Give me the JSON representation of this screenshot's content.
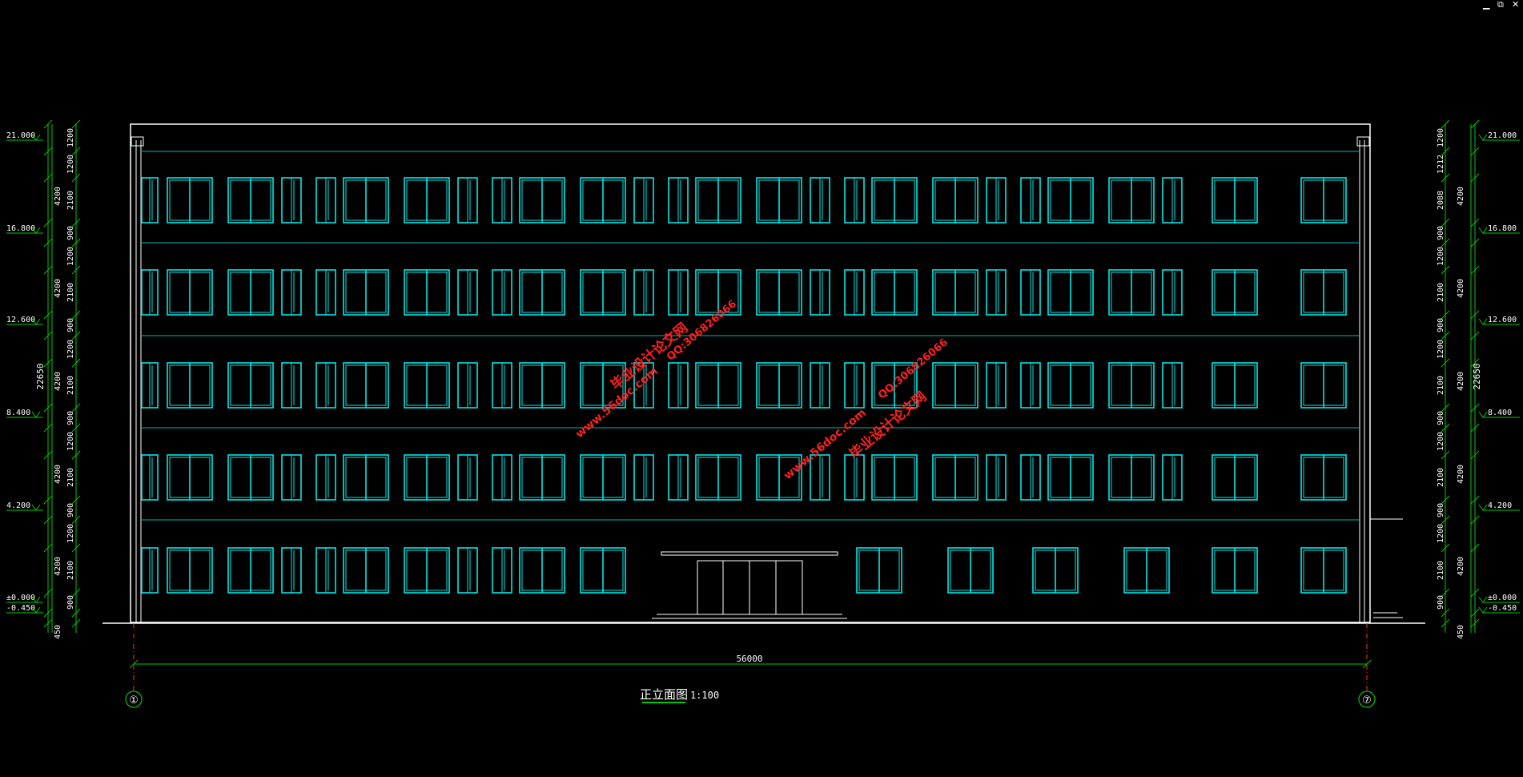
{
  "window_controls": {
    "minimize": "▁",
    "restore": "⧉",
    "close": "✕"
  },
  "drawing": {
    "title": "正立面图",
    "scale": "1:100",
    "total_width_dim": "56000",
    "total_height_dim": "22650",
    "grid_axis_left": "①",
    "grid_axis_right": "⑦",
    "colors": {
      "outline": "#ffffff",
      "window": "#00e8e8",
      "dimension": "#00c800",
      "floor_line": "#00b8b8",
      "axis": "#00c800",
      "watermark": "#ff2020"
    }
  },
  "elevations": [
    "21.000",
    "16.800",
    "12.600",
    "8.400",
    "4.200",
    "±0.000",
    "-0.450"
  ],
  "left_dims_inner": [
    "1200",
    "1200",
    "2100",
    "900",
    "1200",
    "2100",
    "900",
    "1200",
    "2100",
    "900",
    "1200",
    "2100",
    "900",
    "1200",
    "2100",
    "900"
  ],
  "left_dims_outer": [
    "4200",
    "4200",
    "4200",
    "4200",
    "4200",
    "450"
  ],
  "right_dims_inner": [
    "1200",
    "1212",
    "2088",
    "900",
    "1200",
    "2100",
    "900",
    "1200",
    "2100",
    "900",
    "1200",
    "2100",
    "900",
    "1200",
    "2100",
    "900"
  ],
  "right_dims_outer": [
    "4200",
    "4200",
    "4200",
    "4200",
    "4200",
    "450"
  ],
  "watermarks": [
    {
      "text": "毕业设计论文网"
    },
    {
      "text": "www.56doc.com"
    },
    {
      "text": "QQ:306826066"
    },
    {
      "text": "毕业设计论文网"
    },
    {
      "text": "www.56doc.com"
    },
    {
      "text": "QQ:306826066"
    }
  ]
}
